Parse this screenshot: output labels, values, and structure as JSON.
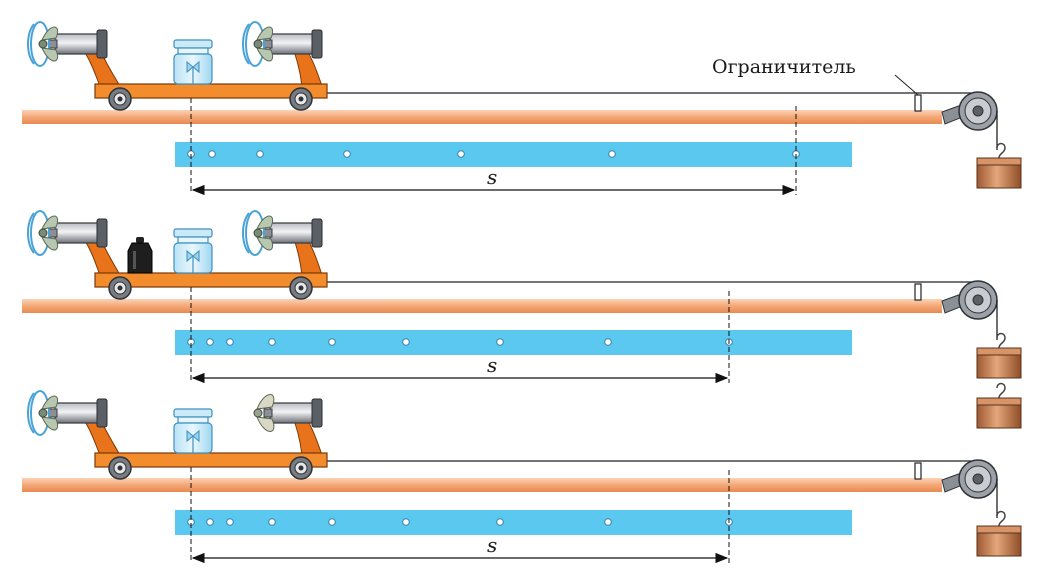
{
  "diagram": {
    "limiter_label": "Ограничитель",
    "panels": [
      {
        "distance_label": "s",
        "cart_extra_weight": false,
        "rear_fan_spinning": true,
        "hanging_weights": 1,
        "tape_dots": 7
      },
      {
        "distance_label": "s",
        "cart_extra_weight": true,
        "rear_fan_spinning": true,
        "hanging_weights": 2,
        "tape_dots": 9
      },
      {
        "distance_label": "s",
        "cart_extra_weight": false,
        "rear_fan_spinning": false,
        "hanging_weights": 1,
        "tape_dots": 9
      }
    ]
  },
  "colors": {
    "rail": "#f4a878",
    "tape": "#5bc8f0",
    "cart": "#e8731a",
    "weight": "#c8733f"
  }
}
